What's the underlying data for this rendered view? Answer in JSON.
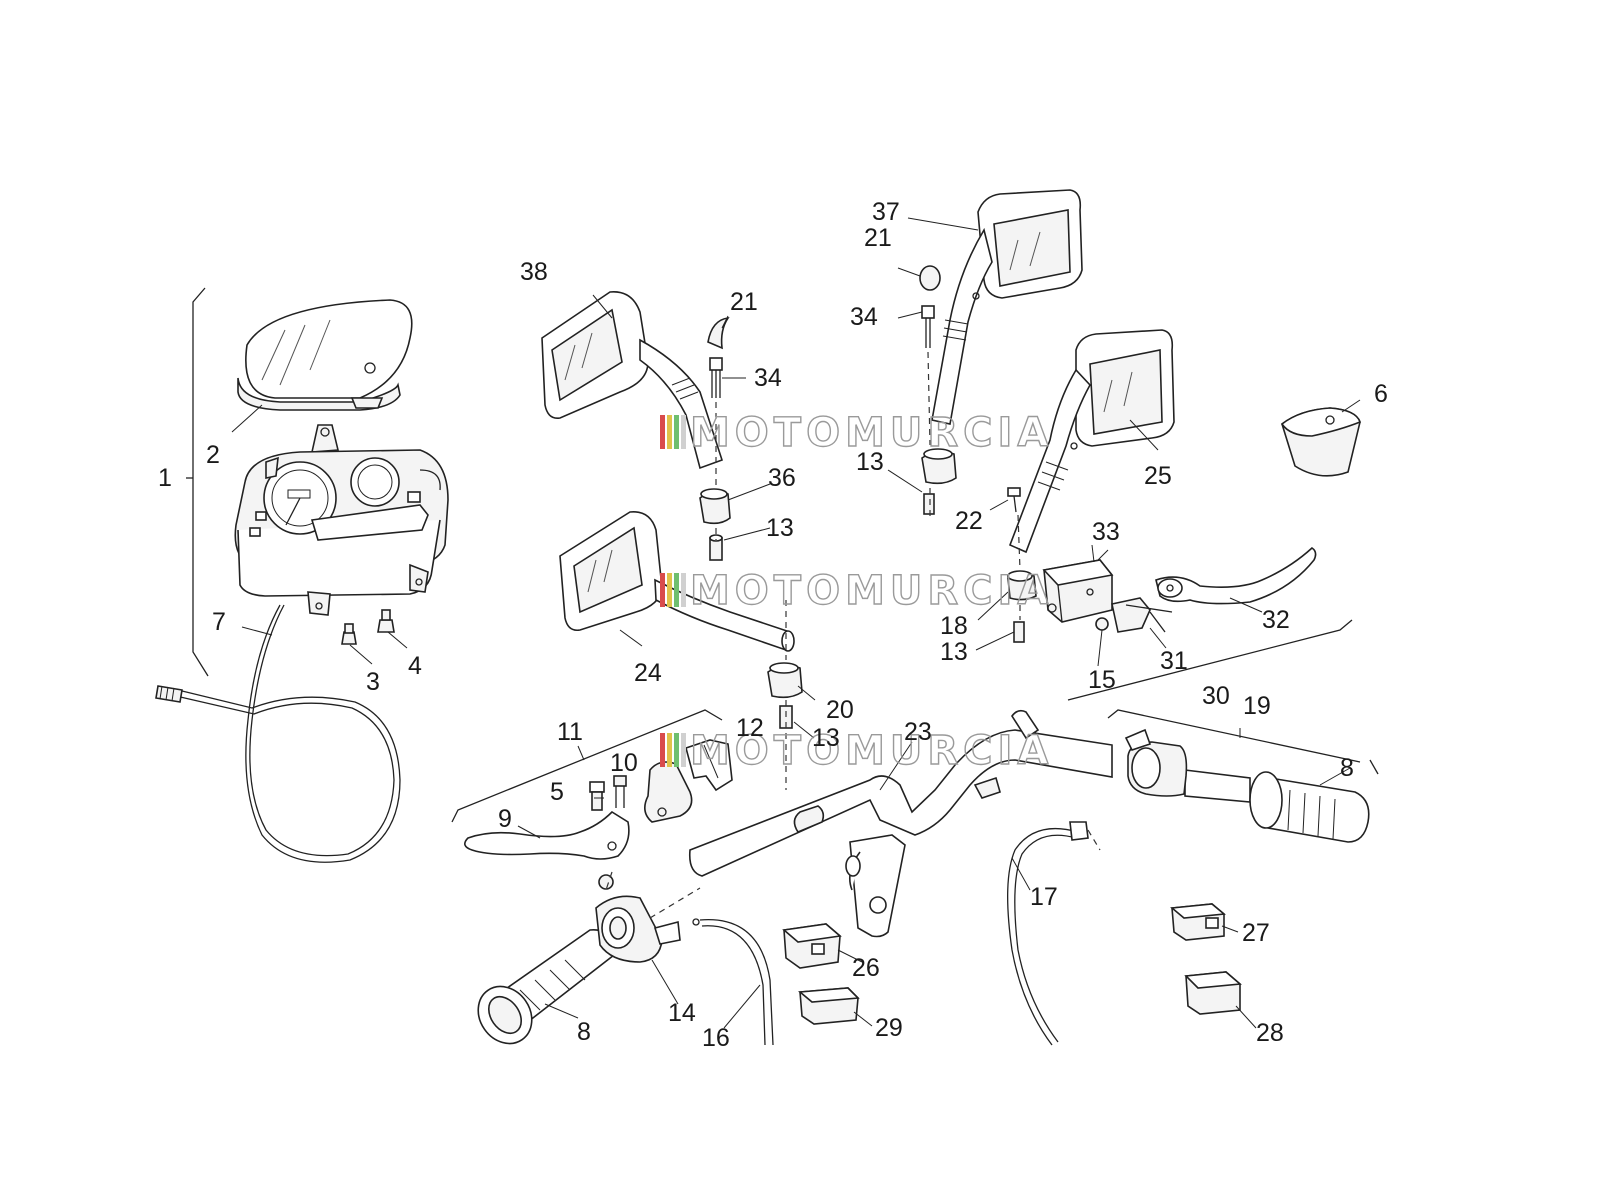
{
  "watermark": {
    "text": "MOTOMURCIA",
    "stripe_colors": [
      "#d94c4c",
      "#e0c34a",
      "#6fbf6f",
      "#d0d0d0"
    ]
  },
  "callouts": [
    {
      "id": "c1",
      "text": "1"
    },
    {
      "id": "c2",
      "text": "2"
    },
    {
      "id": "c3",
      "text": "3"
    },
    {
      "id": "c4",
      "text": "4"
    },
    {
      "id": "c5",
      "text": "5"
    },
    {
      "id": "c6",
      "text": "6"
    },
    {
      "id": "c7",
      "text": "7"
    },
    {
      "id": "c8a",
      "text": "8"
    },
    {
      "id": "c8b",
      "text": "8"
    },
    {
      "id": "c9",
      "text": "9"
    },
    {
      "id": "c10",
      "text": "10"
    },
    {
      "id": "c11",
      "text": "11"
    },
    {
      "id": "c12",
      "text": "12"
    },
    {
      "id": "c13a",
      "text": "13"
    },
    {
      "id": "c13b",
      "text": "13"
    },
    {
      "id": "c13c",
      "text": "13"
    },
    {
      "id": "c13d",
      "text": "13"
    },
    {
      "id": "c14",
      "text": "14"
    },
    {
      "id": "c15",
      "text": "15"
    },
    {
      "id": "c16",
      "text": "16"
    },
    {
      "id": "c17",
      "text": "17"
    },
    {
      "id": "c18",
      "text": "18"
    },
    {
      "id": "c19",
      "text": "19"
    },
    {
      "id": "c20",
      "text": "20"
    },
    {
      "id": "c21a",
      "text": "21"
    },
    {
      "id": "c21b",
      "text": "21"
    },
    {
      "id": "c22",
      "text": "22"
    },
    {
      "id": "c23",
      "text": "23"
    },
    {
      "id": "c24",
      "text": "24"
    },
    {
      "id": "c25",
      "text": "25"
    },
    {
      "id": "c26",
      "text": "26"
    },
    {
      "id": "c27",
      "text": "27"
    },
    {
      "id": "c28",
      "text": "28"
    },
    {
      "id": "c29",
      "text": "29"
    },
    {
      "id": "c30",
      "text": "30"
    },
    {
      "id": "c31",
      "text": "31"
    },
    {
      "id": "c32",
      "text": "32"
    },
    {
      "id": "c33",
      "text": "33"
    },
    {
      "id": "c34a",
      "text": "34"
    },
    {
      "id": "c34b",
      "text": "34"
    },
    {
      "id": "c36",
      "text": "36"
    },
    {
      "id": "c37",
      "text": "37"
    },
    {
      "id": "c38",
      "text": "38"
    }
  ]
}
